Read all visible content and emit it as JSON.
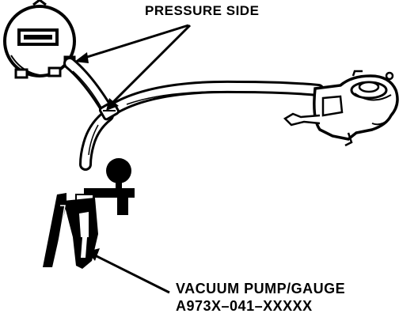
{
  "labels": {
    "pressure_side": "PRESSURE SIDE",
    "vacuum_pump_line1": "VACUUM PUMP/GAUGE",
    "vacuum_pump_line2": "A973X–041–XXXXX"
  },
  "colors": {
    "ink": "#000000",
    "paper": "#ffffff"
  }
}
